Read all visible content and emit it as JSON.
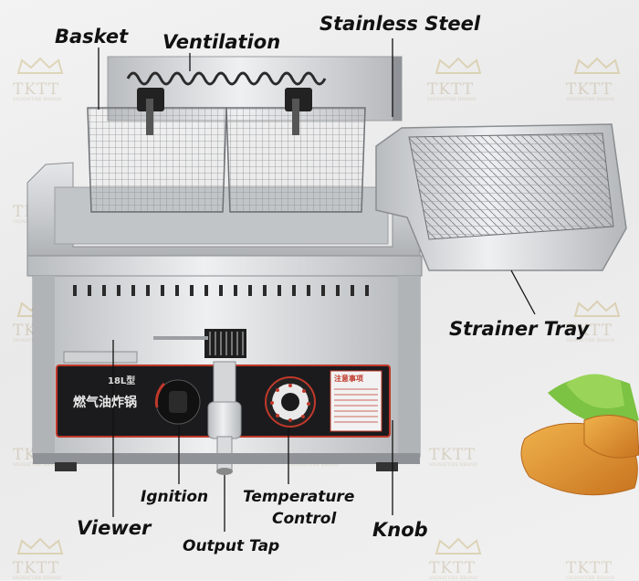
{
  "brand_watermark": {
    "text": "TKTT",
    "tagline": "SIGNATURE BRAND"
  },
  "labels": {
    "basket": "Basket",
    "ventilation": "Ventilation",
    "stainless_steel": "Stainless Steel",
    "strainer_tray": "Strainer Tray",
    "ignition": "Ignition",
    "temperature_control_line1": "Temperature",
    "temperature_control_line2": "Control",
    "knob": "Knob",
    "viewer": "Viewer",
    "output_tap": "Output Tap"
  },
  "device_panel": {
    "capacity": "18L型",
    "name": "燃气油炸锅",
    "notice_title": "注意事项"
  },
  "colors": {
    "steel_light": "#d9dbdd",
    "steel_mid": "#b7babd",
    "steel_dark": "#7d8084",
    "panel_black": "#1b1b1d",
    "panel_accent": "#c0392b",
    "food_golden": "#d98a2b",
    "lettuce": "#7cc243"
  }
}
